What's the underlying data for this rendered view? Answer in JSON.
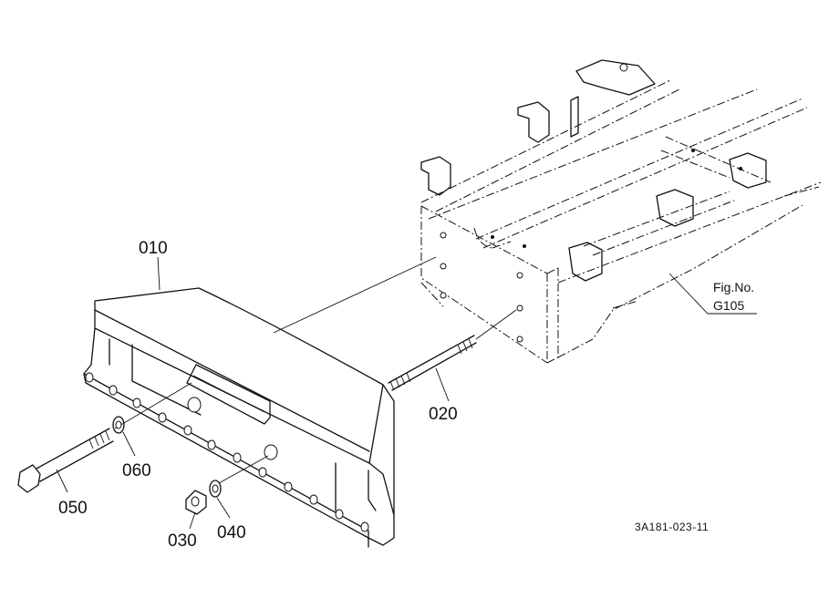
{
  "callouts": {
    "p010": "010",
    "p020": "020",
    "p030": "030",
    "p040": "040",
    "p050": "050",
    "p060": "060"
  },
  "reference": {
    "line1": "Fig.No.",
    "line2": "G105"
  },
  "drawing_code": "3A181-023-11"
}
